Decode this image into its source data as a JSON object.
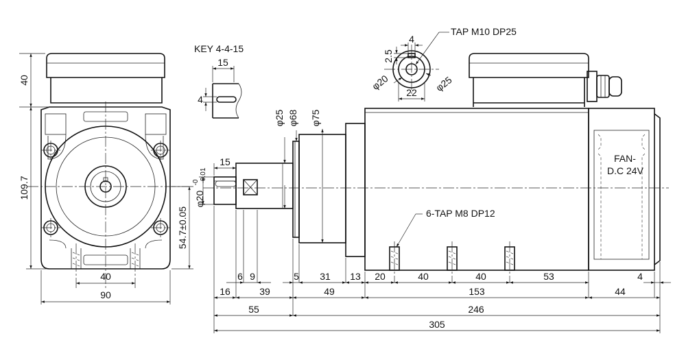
{
  "front_view": {
    "height_overall": "109.7",
    "lid_height": "40",
    "center_height": "54.7±0.05",
    "width_overall": "90",
    "bolt_spacing": "40"
  },
  "key_detail": {
    "title": "KEY 4-4-15",
    "length": "15",
    "width": "4"
  },
  "shaft_end_detail": {
    "tap": "TAP M10 DP25",
    "key_width": "4",
    "key_depth": "2.5",
    "shaft_dia": "φ20",
    "outer_dia": "φ25",
    "across_flats": "22"
  },
  "side_view": {
    "dia_small": "φ25",
    "dia_mid": "φ68",
    "dia_large": "φ75",
    "key_length": "15",
    "shaft_dia": "φ20",
    "shaft_tol_upper": "-0",
    "shaft_tol_lower": "-0.01",
    "fan_line1": "FAN-",
    "fan_line2": "D.C 24V",
    "tap_note": "6-TAP M8 DP12"
  },
  "bottom_dims": {
    "row1": [
      "6",
      "9",
      "5",
      "31",
      "13",
      "20",
      "40",
      "40",
      "53",
      "4"
    ],
    "row2": [
      "16",
      "39",
      "49",
      "153",
      "44"
    ],
    "row3": [
      "55",
      "246"
    ],
    "row4": [
      "305"
    ]
  },
  "colors": {
    "line": "#111111",
    "background": "#ffffff"
  }
}
